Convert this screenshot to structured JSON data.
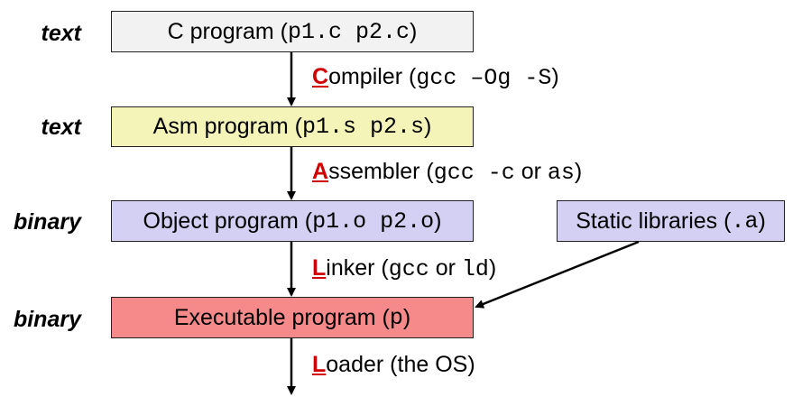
{
  "side_labels": [
    "text",
    "text",
    "binary",
    "binary"
  ],
  "boxes": {
    "c_program": {
      "prefix": "C program (",
      "code": "p1.c p2.c",
      "suffix": ")",
      "color": "#f2f2f2"
    },
    "asm_program": {
      "prefix": "Asm program (",
      "code": "p1.s p2.s",
      "suffix": ")",
      "color": "#f4f4b8"
    },
    "object_program": {
      "prefix": "Object program (",
      "code": "p1.o p2.o",
      "suffix": ")",
      "color": "#d3d0f4"
    },
    "static_libraries": {
      "prefix": "Static libraries (",
      "code": ".a",
      "suffix": ")",
      "color": "#d3d0f4"
    },
    "executable_program": {
      "prefix": "Executable program (",
      "code": "p",
      "suffix": ")",
      "color": "#f68a8a"
    }
  },
  "steps": {
    "compiler": {
      "initial": "C",
      "rest": "ompiler (",
      "code": "gcc –Og -S",
      "suffix": ")"
    },
    "assembler": {
      "initial": "A",
      "rest": "ssembler (",
      "code": "gcc -c",
      "mid": " or ",
      "code2": "as",
      "suffix": ")"
    },
    "linker": {
      "initial": "L",
      "rest": "inker (",
      "code": "gcc",
      "mid": " or ",
      "code2": "ld",
      "suffix": ")"
    },
    "loader": {
      "initial": "L",
      "rest": "oader (the OS)"
    }
  },
  "accent_color": "#d00000"
}
